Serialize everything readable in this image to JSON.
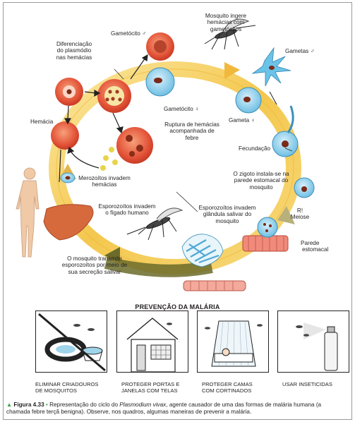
{
  "labels": {
    "diferenciacao": [
      "Diferenciação",
      "do plasmódio",
      "nas hemácias"
    ],
    "gametocito_m": "Gametócito ♂",
    "mosquito_ingere": [
      "Mosquito ingere",
      "hemácias com",
      "gametócitos"
    ],
    "gametas_m": "Gametas ♂",
    "gametocito_f": "Gametócito ♀",
    "hemacia": "Hemácia",
    "ruptura": [
      "Ruptura de hemácias",
      "acompanhada de",
      "febre"
    ],
    "gameta_f": "Gameta ♀",
    "fecundacao": "Fecundação",
    "merozoitos": [
      "Merozoítos invadem",
      "hemácias"
    ],
    "zigoto": [
      "O zigoto instala-se na",
      "parede estomacal do",
      "mosquito"
    ],
    "esporozoitos_figado": [
      "Esporozoítos invadem",
      "o fígado humano"
    ],
    "esporozoitos_glandula": [
      "Esporozoítos invadem",
      "glândula salivar do",
      "mosquito"
    ],
    "r_meiose": [
      "R!",
      "Meiose"
    ],
    "parede": [
      "Parede",
      "estomacal"
    ],
    "transmite": [
      "O mosquito transmite",
      "esporozoítos por meio de",
      "sua secreção salivar"
    ]
  },
  "prevention": {
    "title": "PREVENÇÃO DA MALÁRIA",
    "items": [
      {
        "label": [
          "ELIMINAR CRIADOUROS",
          "DE MOSQUITOS"
        ]
      },
      {
        "label": [
          "PROTEGER PORTAS E",
          "JANELAS COM TELAS"
        ]
      },
      {
        "label": [
          "PROTEGER CAMAS",
          "COM CORTINADOS"
        ]
      },
      {
        "label": [
          "USAR INSETICIDAS"
        ]
      }
    ]
  },
  "caption": {
    "figure": "Figura 4.33",
    "text_before": "Representação do ciclo do ",
    "species": "Plasmodium vivax",
    "text_after": ", agente causador de uma das formas de malária humana (a chamada febre terçã benigna). Observe, nos quadros, algumas maneiras de prevenir a malária."
  },
  "colors": {
    "ring": "#f2c34a",
    "ring_light": "#fbe7a0",
    "arrow_dark": "#6b6b2a",
    "red_cell": "#e4553a",
    "blue_cell": "#7fc6e8",
    "accent_green": "#3aa046"
  }
}
